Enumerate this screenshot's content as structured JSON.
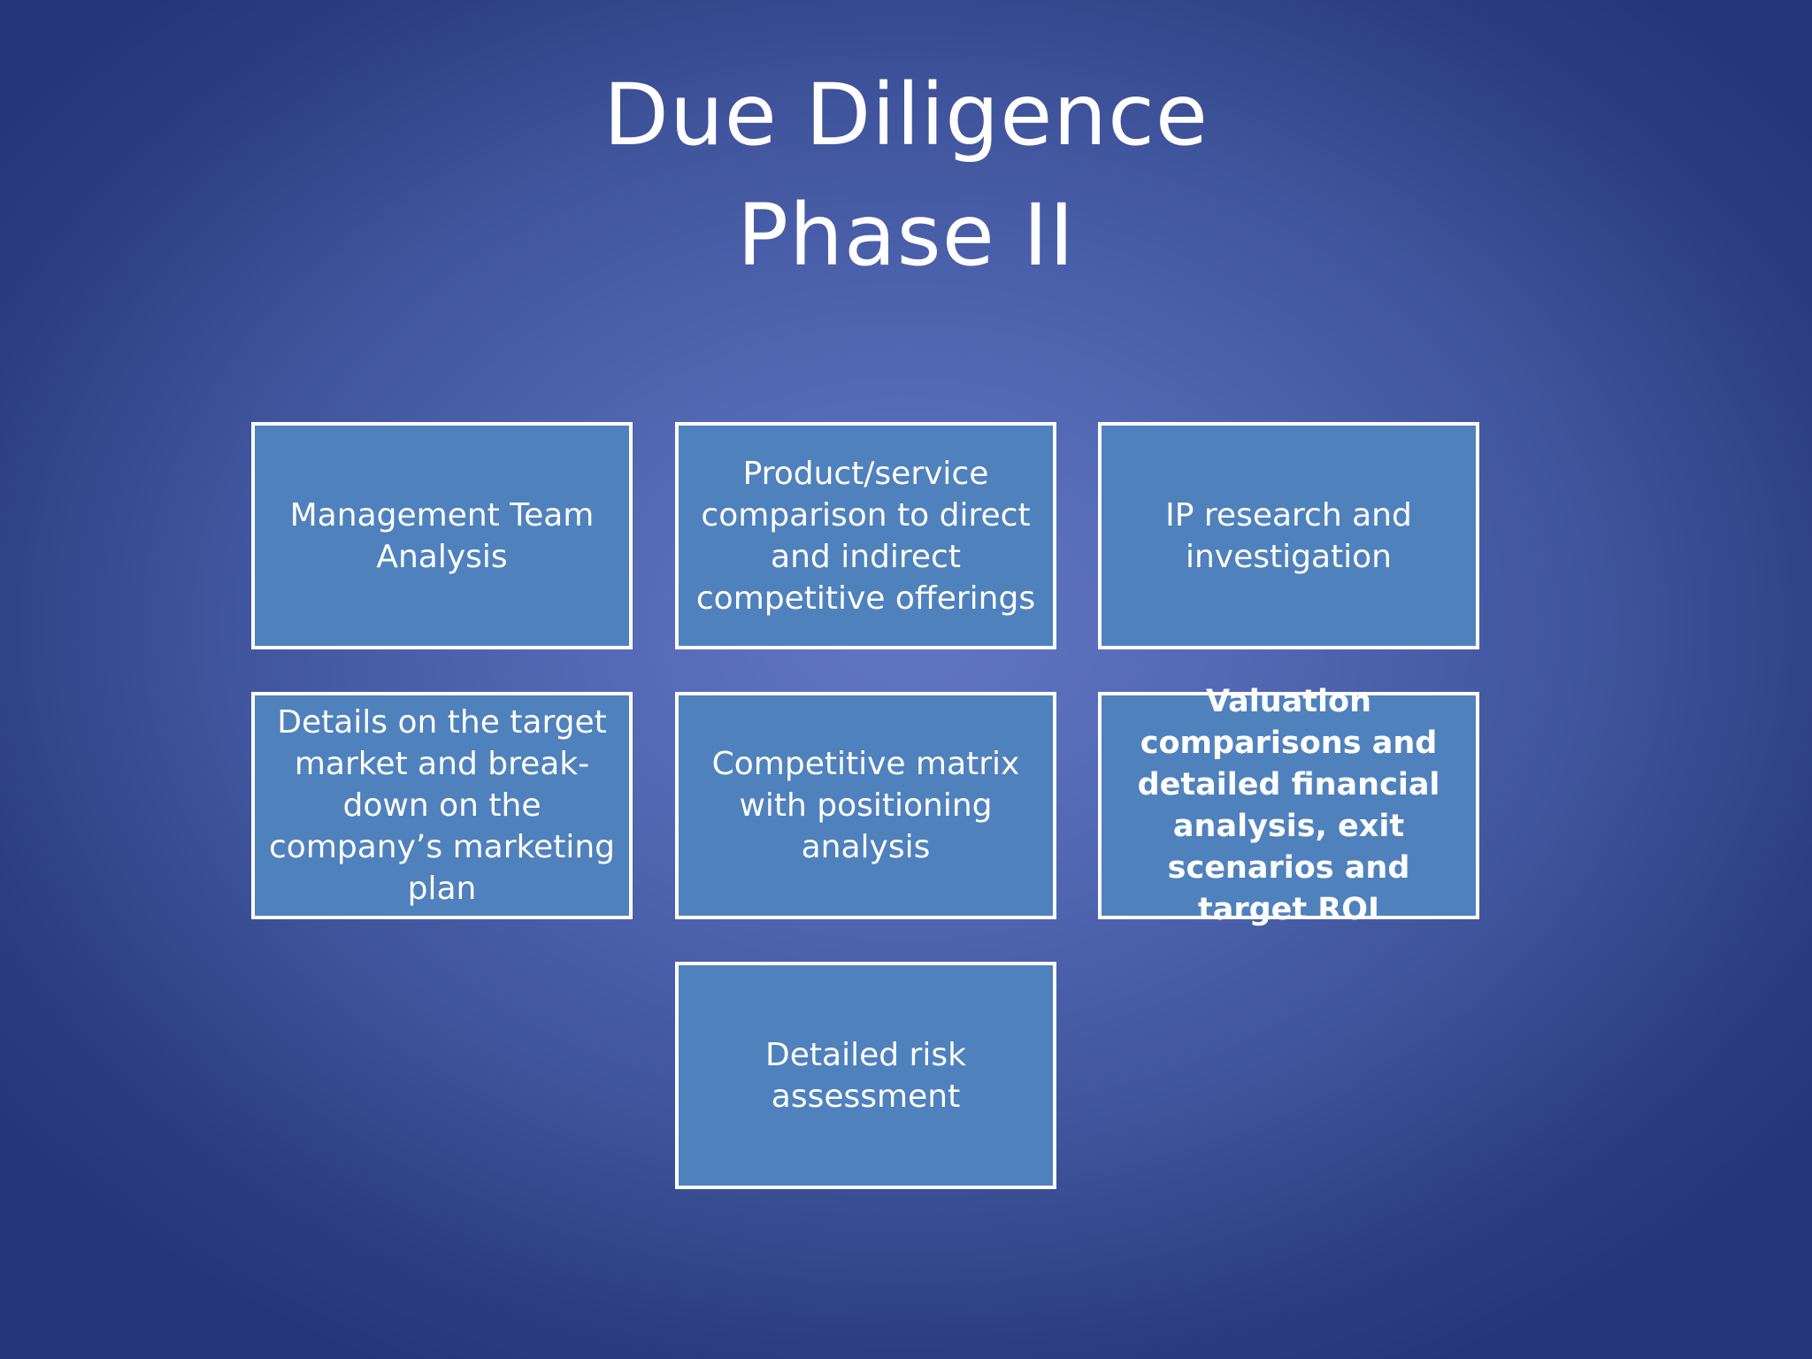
{
  "slide": {
    "title_line1": "Due Diligence",
    "title_line2": "Phase II"
  },
  "boxes": {
    "management": "Management Team Analysis",
    "product": "Product/service comparison to direct and indirect competitive offerings",
    "ip": "IP research and investigation",
    "target_market": "Details on the target market and break-down on the company’s marketing plan",
    "matrix": "Competitive matrix with positioning analysis",
    "valuation": "Valuation comparisons and detailed financial analysis, exit scenarios and target ROI",
    "risk": "Detailed risk assessment"
  },
  "colors": {
    "box_fill": "#4f81bd",
    "box_border": "#ffffff",
    "background_center": "#6276c4",
    "background_edge": "#25367a"
  }
}
